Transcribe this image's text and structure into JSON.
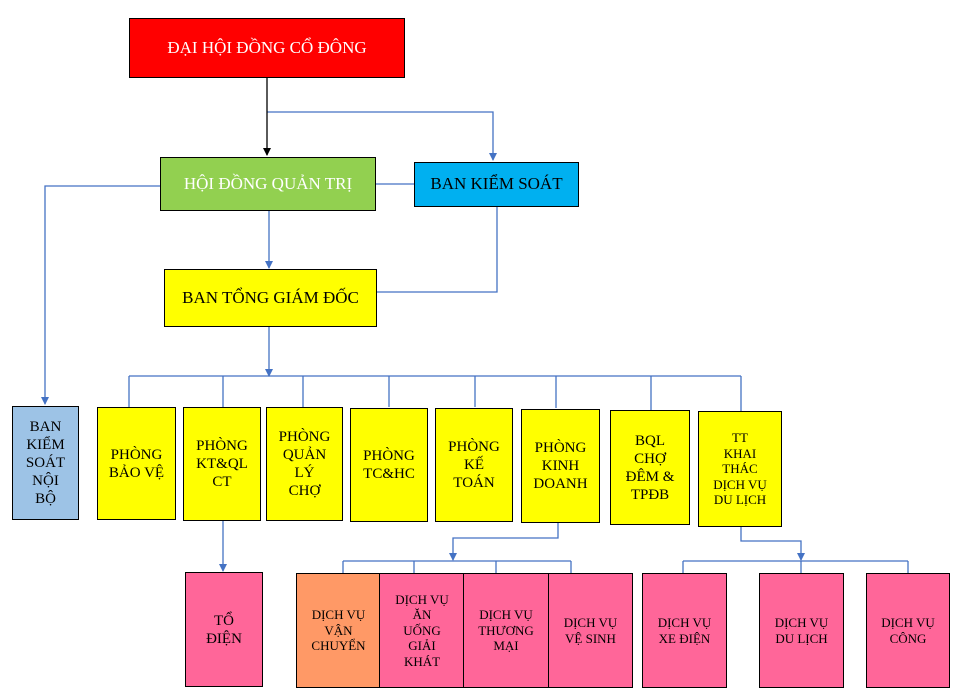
{
  "title": "Sơ đồ tổ chức",
  "colors": {
    "red": "#ff0000",
    "green": "#92d050",
    "blue": "#00b0f0",
    "yellow": "#ffff00",
    "light_blue": "#9dc3e6",
    "pink": "#ff6699",
    "orange": "#ff9966",
    "connector": "#4472c4"
  },
  "nodes": {
    "dhdcd": "ĐẠI HỘI ĐỒNG CỔ ĐÔNG",
    "hdqt": "HỘI ĐỒNG QUẢN TRỊ",
    "bks": "BAN KIỂM SOÁT",
    "btgd": "BAN TỔNG GIÁM ĐỐC",
    "bksnb": "BAN\nKIỂM\nSOÁT\nNỘI\nBỘ",
    "departments": [
      "PHÒNG\nBẢO VỆ",
      "PHÒNG\nKT&QL\nCT",
      "PHÒNG\nQUẢN\nLÝ\nCHỢ",
      "PHÒNG\nTC&HC",
      "PHÒNG\nKẾ\nTOÁN",
      "PHÒNG\nKINH\nDOANH",
      "BQL\nCHỢ\nĐÊM &\nTPĐB",
      "TT\nKHAI\nTHÁC\nDỊCH VỤ\nDU LỊCH"
    ],
    "to_dien": "TỔ\nĐIỆN",
    "kinh_doanh_services": [
      "DỊCH VỤ\nVẬN\nCHUYỂN",
      "DỊCH VỤ\nĂN\nUỐNG\nGIẢI\nKHÁT",
      "DỊCH VỤ\nTHƯƠNG\nMẠI",
      "DỊCH VỤ\nVỆ SINH"
    ],
    "du_lich_services": [
      "DỊCH VỤ\nXE ĐIỆN",
      "DỊCH VỤ\nDU LỊCH",
      "DỊCH VỤ\nCÔNG"
    ]
  }
}
